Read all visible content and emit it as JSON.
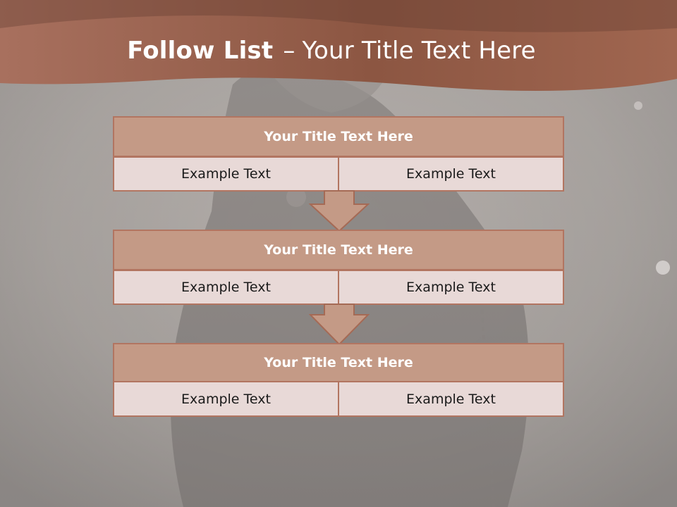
{
  "slide": {
    "title_bold": "Follow List",
    "title_dash": "–",
    "title_rest": "Your Title Text Here",
    "colors": {
      "header": "#a8705a",
      "box_title_fill": "#c49a86",
      "box_border": "#b27561",
      "cell_fill": "#e8d9d7"
    }
  },
  "steps": [
    {
      "title": "Your Title Text Here",
      "left": "Example Text",
      "right": "Example Text"
    },
    {
      "title": "Your Title Text Here",
      "left": "Example Text",
      "right": "Example Text"
    },
    {
      "title": "Your Title Text Here",
      "left": "Example Text",
      "right": "Example Text"
    }
  ],
  "connectors": [
    "down-arrow-icon",
    "down-arrow-icon"
  ]
}
